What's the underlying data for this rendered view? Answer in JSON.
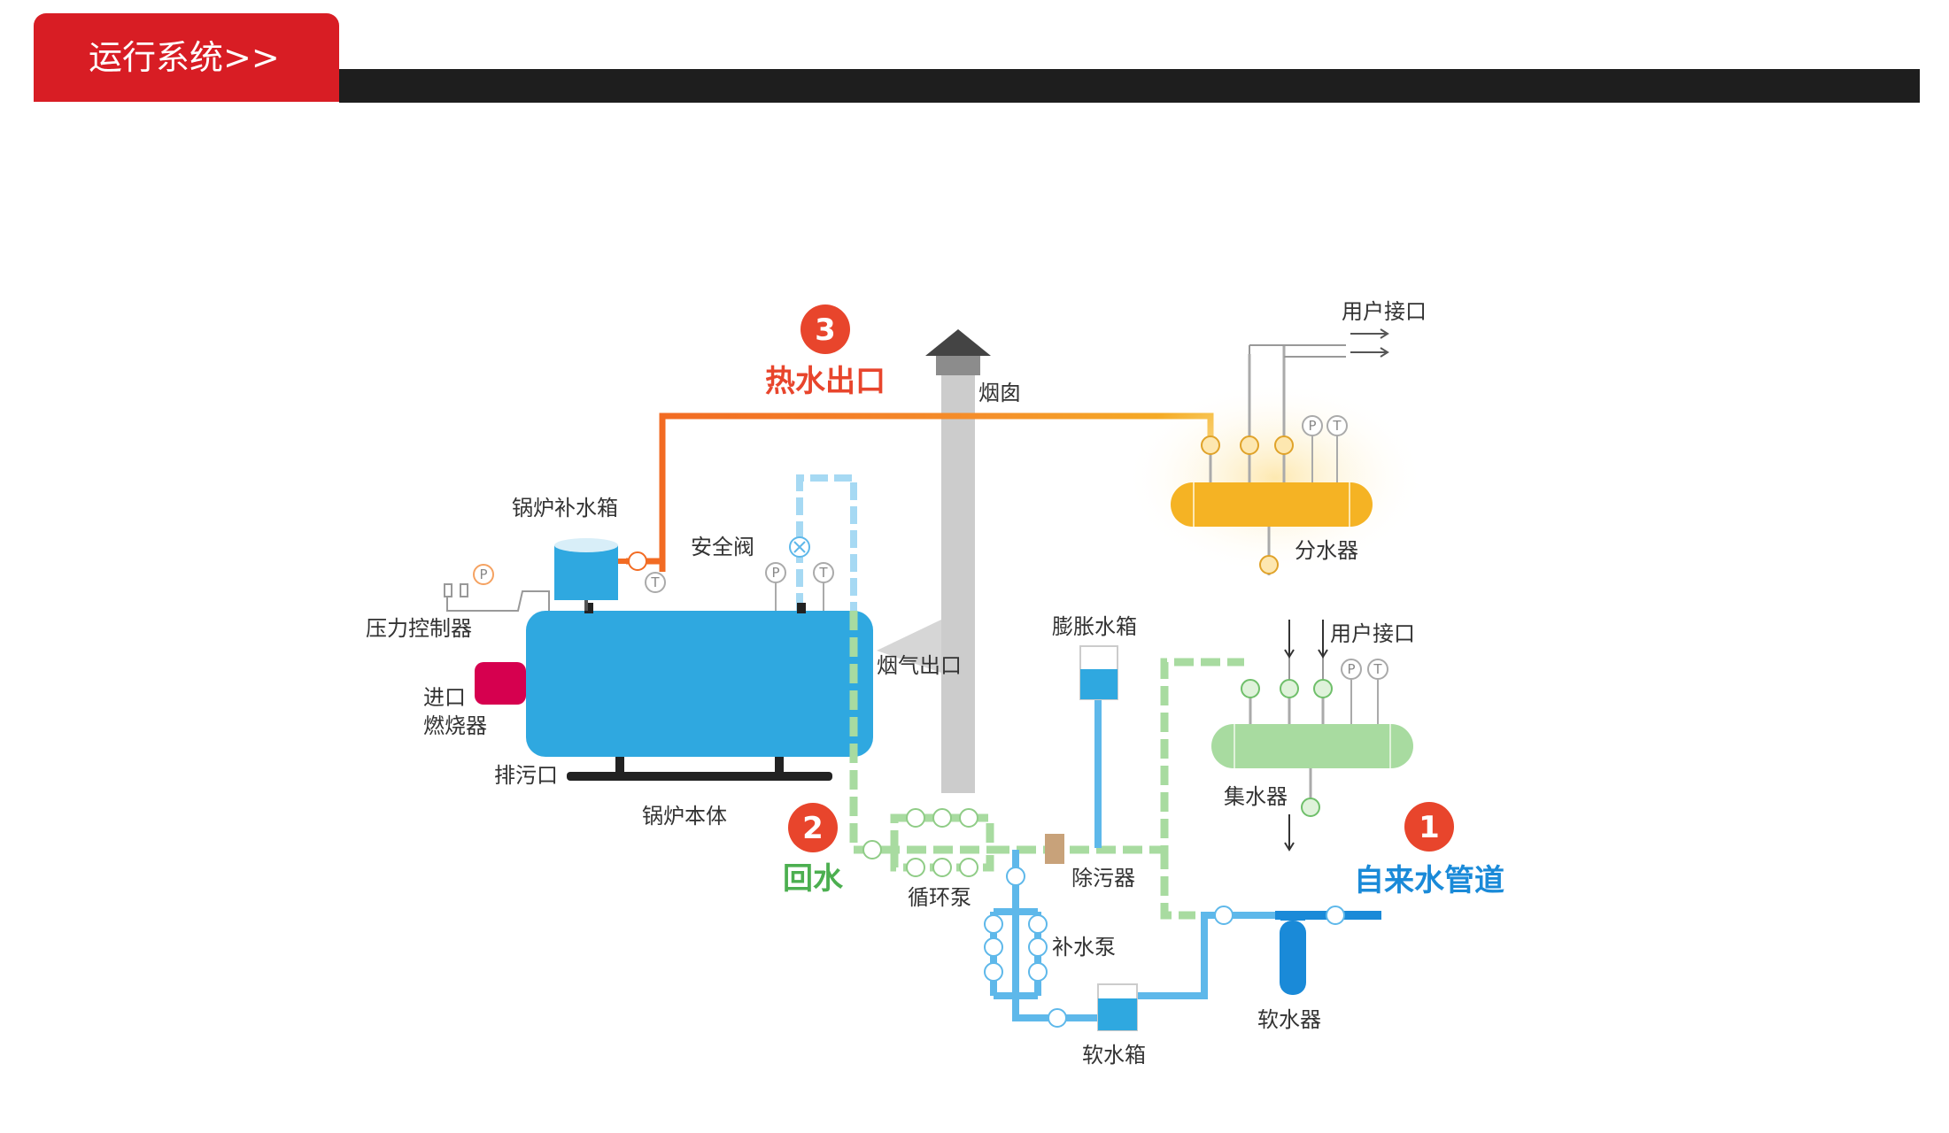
{
  "header": {
    "title": "运行系统>>"
  },
  "steps": {
    "hot_out": {
      "number": "3",
      "label": "热水出口"
    },
    "return": {
      "number": "2",
      "label": "回水"
    },
    "tap": {
      "number": "1",
      "label": "自来水管道"
    }
  },
  "labels": {
    "chimney": "烟囱",
    "user_interface_top": "用户接口",
    "user_interface_mid": "用户接口",
    "boiler_makeup_tank": "锅炉补水箱",
    "safety_valve": "安全阀",
    "pressure_controller": "压力控制器",
    "inlet": "进口",
    "burner": "燃烧器",
    "flue_outlet": "烟气出口",
    "expansion_tank": "膨胀水箱",
    "water_distributor": "分水器",
    "water_collector": "集水器",
    "blowdown": "排污口",
    "boiler_body": "锅炉本体",
    "circulation_pump": "循环泵",
    "dirt_separator": "除污器",
    "makeup_pump": "补水泵",
    "soft_water_tank": "软水箱",
    "softener": "软水器"
  },
  "gauges": {
    "pressure": "P",
    "temperature": "T"
  },
  "colors": {
    "hot_pipe": "#f26b23",
    "boiler": "#2fa8e0",
    "return_pipe": "#a8dba0",
    "cold_pipe": "#5eb8ea",
    "distributor": "#f5b324",
    "collector": "#a8dba0",
    "burner": "#d6004f",
    "chimney": "#cccccc",
    "badge": "#e8452c",
    "header": "#d81d24"
  }
}
